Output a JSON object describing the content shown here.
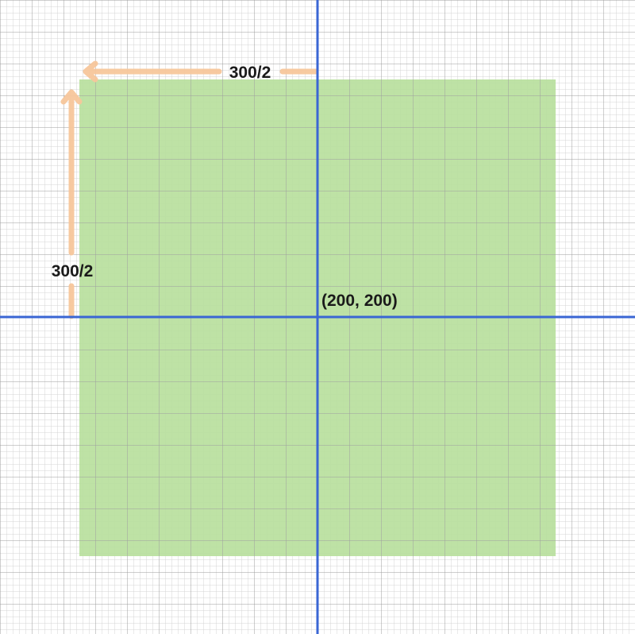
{
  "labels": {
    "horizontal_half": "300/2",
    "vertical_half": "300/2",
    "center_point": "(200, 200)"
  },
  "colors": {
    "background": "#ffffff",
    "grid_minor": "#d4d4d4",
    "grid_major": "#9e9e9e",
    "square_fill": "#b9df9d",
    "axis": "#3a66d4",
    "arrow": "#f7c79b"
  }
}
